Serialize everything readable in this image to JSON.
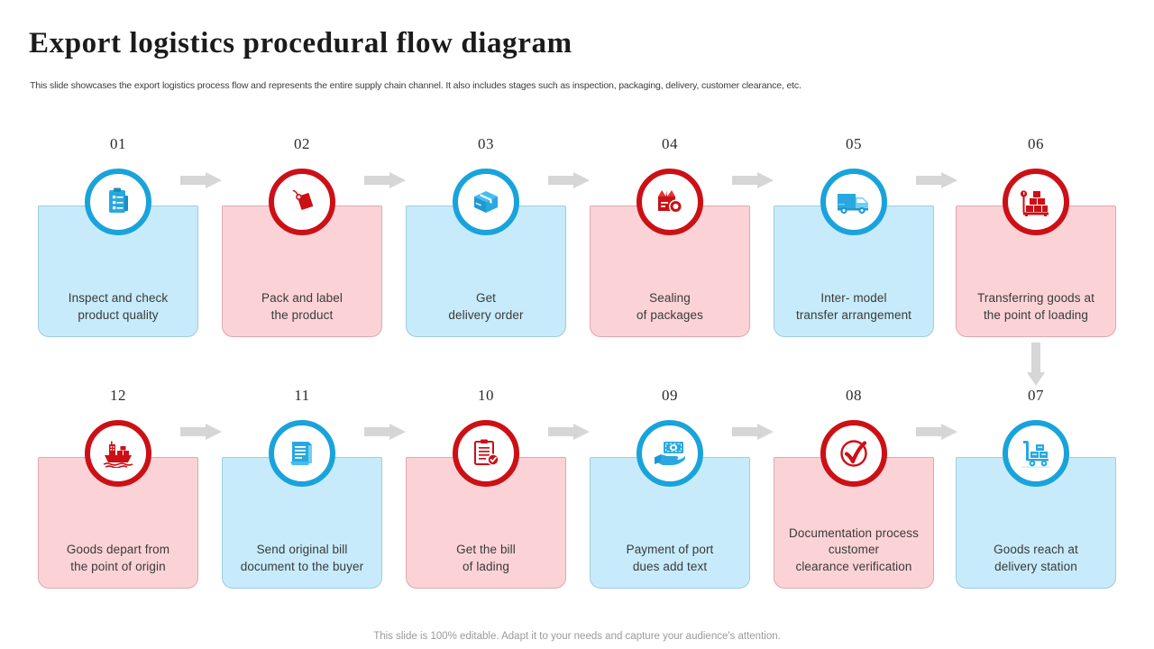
{
  "header": {
    "title": "Export logistics procedural flow diagram",
    "subtitle": "This slide showcases the export logistics process flow and represents the entire supply chain channel. It also includes stages such as inspection, packaging, delivery, customer clearance, etc."
  },
  "footer": {
    "note": "This slide is 100% editable. Adapt it to your needs and capture your audience's attention."
  },
  "colors": {
    "blue_accent": "#19a3db",
    "red_accent": "#cc1016",
    "blue_card_fill": "#c7ebfa",
    "blue_card_border": "#9ecde0",
    "red_card_fill": "#fbd3d6",
    "red_card_border": "#dca9ad",
    "arrow_gray": "#d4d4d4",
    "title_text": "#1b1b1b",
    "body_text": "#3a3a3a",
    "footer_text": "#9a9a9a"
  },
  "flow": {
    "top_row": [
      {
        "number": "01",
        "label": "Inspect and check\nproduct quality",
        "theme": "blue",
        "icon": "clipboard-checklist-icon"
      },
      {
        "number": "02",
        "label": "Pack and label\nthe product",
        "theme": "red",
        "icon": "price-tag-icon"
      },
      {
        "number": "03",
        "label": "Get\ndelivery order",
        "theme": "blue",
        "icon": "package-box-icon"
      },
      {
        "number": "04",
        "label": "Sealing\nof packages",
        "theme": "red",
        "icon": "sealed-box-icon"
      },
      {
        "number": "05",
        "label": "Inter- model\ntransfer arrangement",
        "theme": "blue",
        "icon": "delivery-van-icon"
      },
      {
        "number": "06",
        "label": "Transferring goods at\nthe point of loading",
        "theme": "red",
        "icon": "pallet-boxes-icon"
      }
    ],
    "bottom_row": [
      {
        "number": "12",
        "label": "Goods depart from\nthe point of origin",
        "theme": "red",
        "icon": "cargo-ship-icon"
      },
      {
        "number": "11",
        "label": "Send original bill\ndocument to the buyer",
        "theme": "blue",
        "icon": "document-invoice-icon"
      },
      {
        "number": "10",
        "label": "Get the bill\nof lading",
        "theme": "red",
        "icon": "clipboard-check-icon"
      },
      {
        "number": "09",
        "label": "Payment of port\ndues add text",
        "theme": "blue",
        "icon": "hand-money-icon"
      },
      {
        "number": "08",
        "label": "Documentation process\ncustomer\nclearance verification",
        "theme": "red",
        "icon": "check-circle-icon"
      },
      {
        "number": "07",
        "label": "Goods reach at\ndelivery station",
        "theme": "blue",
        "icon": "hand-truck-boxes-icon"
      }
    ]
  }
}
